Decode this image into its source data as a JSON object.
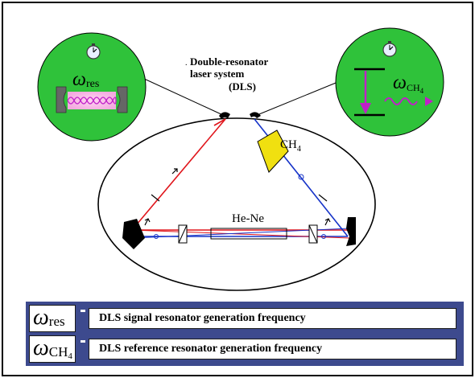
{
  "title": {
    "line1": "Double-resonator",
    "line2": "laser system",
    "line3": "(DLS)"
  },
  "labels": {
    "ch4": "CH",
    "ch4_sub": "4",
    "he_ne": "He-Ne",
    "omega": "ω",
    "res": "res",
    "ch": "CH",
    "ch_sub": "4"
  },
  "legend": {
    "items": [
      {
        "symbol": "ω",
        "subscript": "res",
        "subscript_sub": "",
        "description": "DLS signal resonator generation frequency"
      },
      {
        "symbol": "ω",
        "subscript": "CH",
        "subscript_sub": "4",
        "description": "DLS reference resonator generation frequency"
      }
    ]
  },
  "colors": {
    "circle_fill": "#2fc23a",
    "red_beam": "#e0151b",
    "blue_beam": "#1633c8",
    "ch4_cell": "#f0e010",
    "legend_bg": "#3d4a8e",
    "magenta": "#c020c8"
  }
}
